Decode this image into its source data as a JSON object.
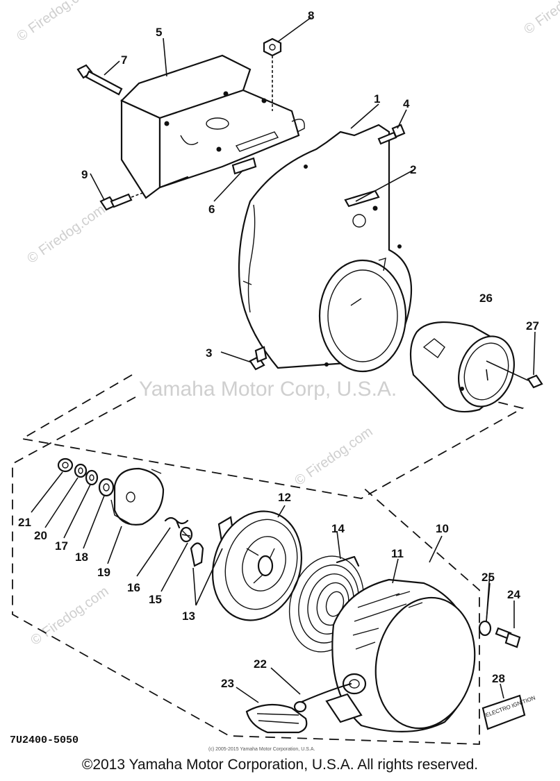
{
  "diagram_code": "7U2400-5050",
  "site_note": "(c) 2005-2015 Yamaha Motor Corporation, U.S.A.",
  "copyright": "©2013 Yamaha Motor Corporation, U.S.A. All rights reserved.",
  "watermark_text": "Yamaha Motor Corp, U.S.A.",
  "firedog_text": "© Firedog.com",
  "decal_text": "ELECTRO IGNITION",
  "callouts": {
    "c1": "1",
    "c2": "2",
    "c3": "3",
    "c4": "4",
    "c5": "5",
    "c6": "6",
    "c7": "7",
    "c8": "8",
    "c9": "9",
    "c10": "10",
    "c11": "11",
    "c12": "12",
    "c13": "13",
    "c14": "14",
    "c15": "15",
    "c16": "16",
    "c17": "17",
    "c18": "18",
    "c19": "19",
    "c20": "20",
    "c21": "21",
    "c22": "22",
    "c23": "23",
    "c24": "24",
    "c25": "25",
    "c26": "26",
    "c27": "27",
    "c28": "28"
  }
}
